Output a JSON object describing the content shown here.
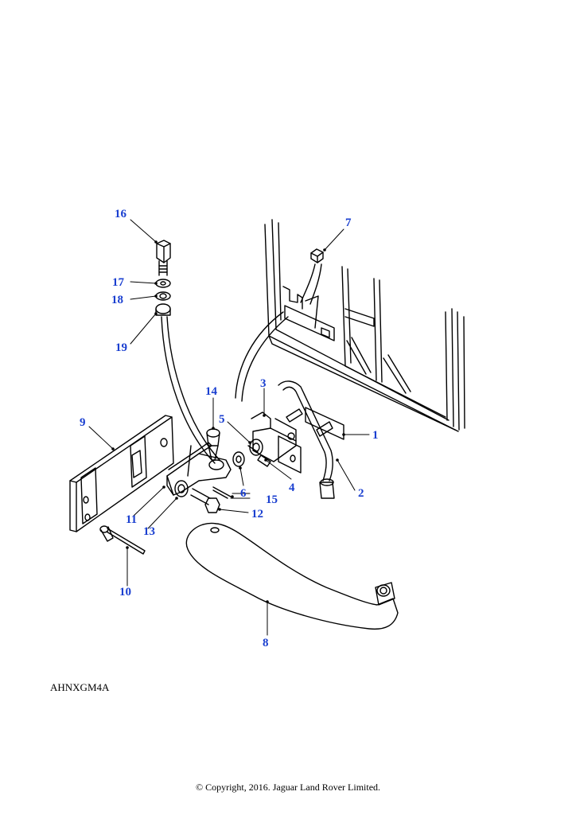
{
  "diagram": {
    "reference_code": "AHNXGM4A",
    "copyright": "© Copyright, 2016. Jaguar Land Rover Limited.",
    "colors": {
      "callout": "#1a3fd0",
      "line": "#000000",
      "background": "#ffffff"
    },
    "callouts": {
      "c1": "1",
      "c2": "2",
      "c3": "3",
      "c4": "4",
      "c5": "5",
      "c6": "6",
      "c7": "7",
      "c8": "8",
      "c9": "9",
      "c10": "10",
      "c11": "11",
      "c12": "12",
      "c13": "13",
      "c14": "14",
      "c15": "15",
      "c16": "16",
      "c17": "17",
      "c18": "18",
      "c19": "19"
    }
  }
}
